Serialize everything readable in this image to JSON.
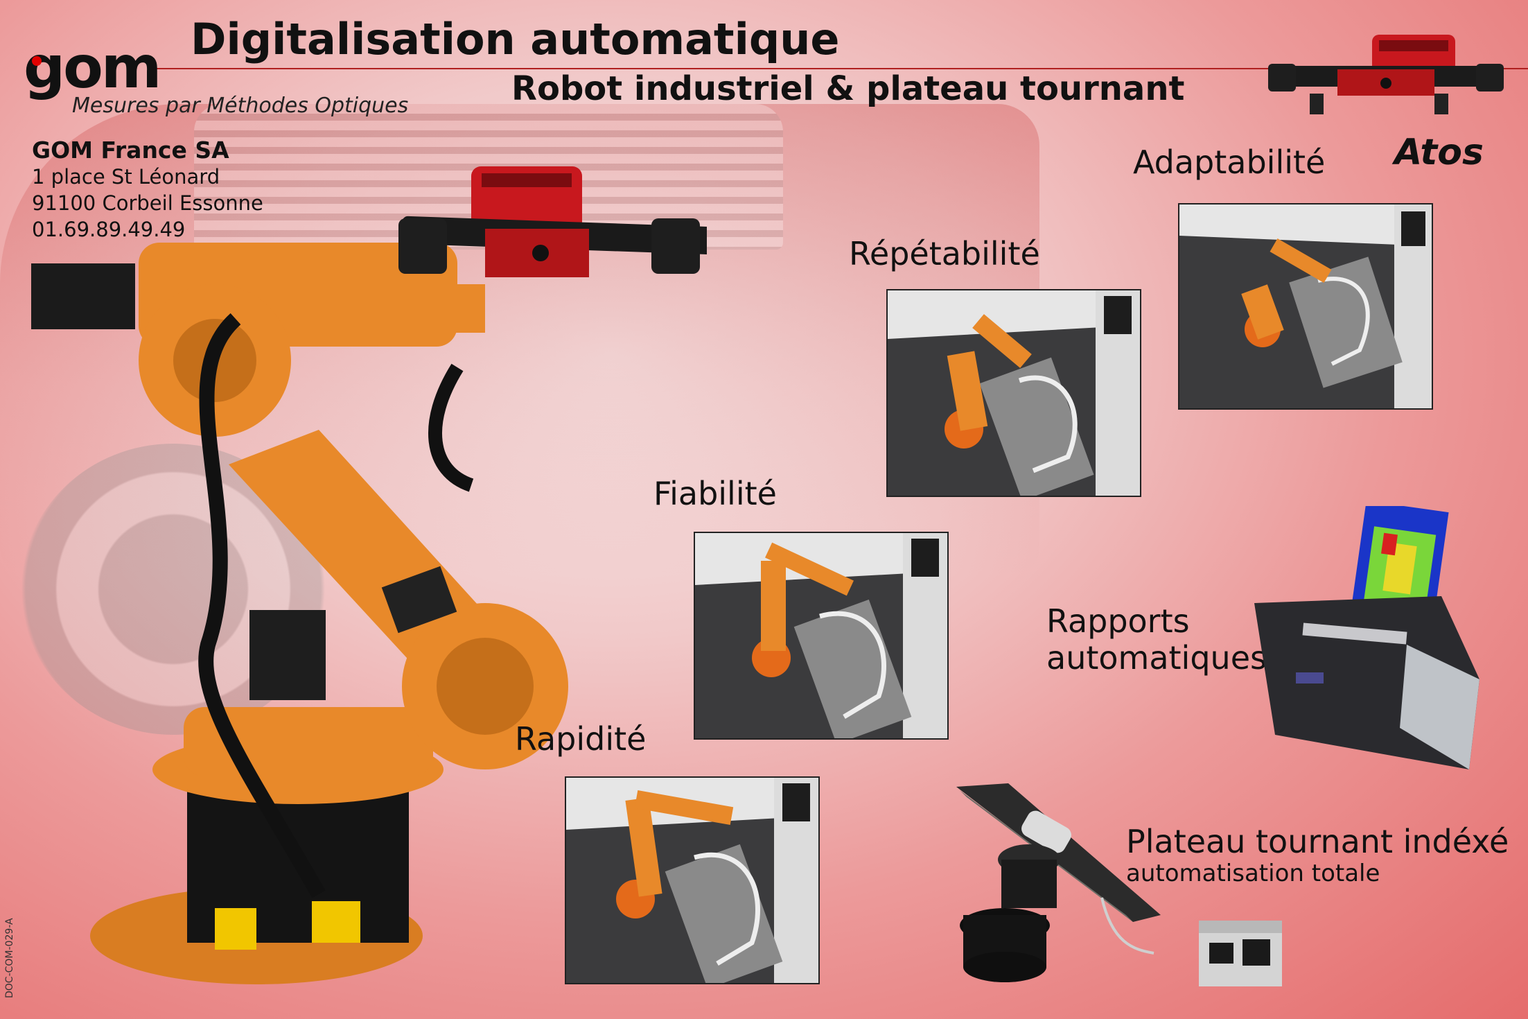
{
  "header": {
    "logo_text": "gom",
    "logo_tagline": "Mesures par Méthodes Optiques",
    "title": "Digitalisation automatique",
    "subtitle": "Robot industriel & plateau tournant"
  },
  "address": {
    "company": "GOM France SA",
    "street": "1 place St Léonard",
    "city": "91100 Corbeil Essonne",
    "phone": "01.69.89.49.49"
  },
  "brand": "Atos",
  "features": {
    "adaptability": "Adaptabilité",
    "repeatability": "Répétabilité",
    "reliability": "Fiabilité",
    "speed": "Rapidité",
    "reports_line1": "Rapports",
    "reports_line2": "automatiques",
    "turntable_title": "Plateau tournant indéxé",
    "turntable_subtitle": "automatisation totale"
  },
  "doc_ref": "DOC-COM-029-A",
  "colors": {
    "robot_orange": "#e8892a",
    "accent_red": "#c8181e",
    "text": "#111111"
  }
}
